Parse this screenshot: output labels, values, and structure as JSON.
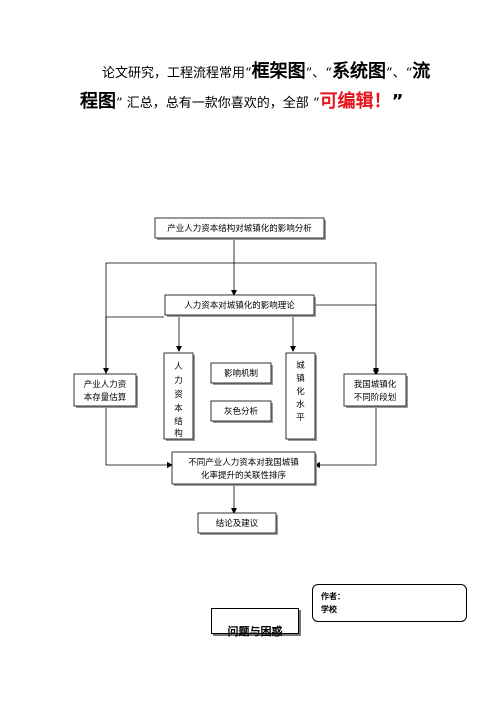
{
  "intro": {
    "part1": "论文研究，工程流程常用“",
    "kw1": "框架图",
    "part2": "”、“",
    "kw2": "系统图",
    "part3": "”、“",
    "kw3": "流程图",
    "part4": "” 汇总，总有一款你喜欢的，全部 “",
    "red": "可编辑！",
    "part5": "”"
  },
  "flowchart": {
    "top": "产业人力资本结构对城镇化的影响分析",
    "theory": "人力资本对城镇化的影响理论",
    "left": "产业人力资本存量估算",
    "col_left": "人力资本结构",
    "mech": "影响机制",
    "grey": "灰色分析",
    "col_right": "城镇化水平",
    "right": "我国城镇化不同阶段划",
    "rank": "不同产业人力资本对我国城镇化率提升的关联性排序",
    "conclusion": "结论及建议"
  },
  "author": {
    "author_label": "作者：",
    "school_label": "学校"
  },
  "caption": "问题与困惑",
  "colors": {
    "accent_red": "#e8141c",
    "shadow": "#9a9a9a"
  }
}
